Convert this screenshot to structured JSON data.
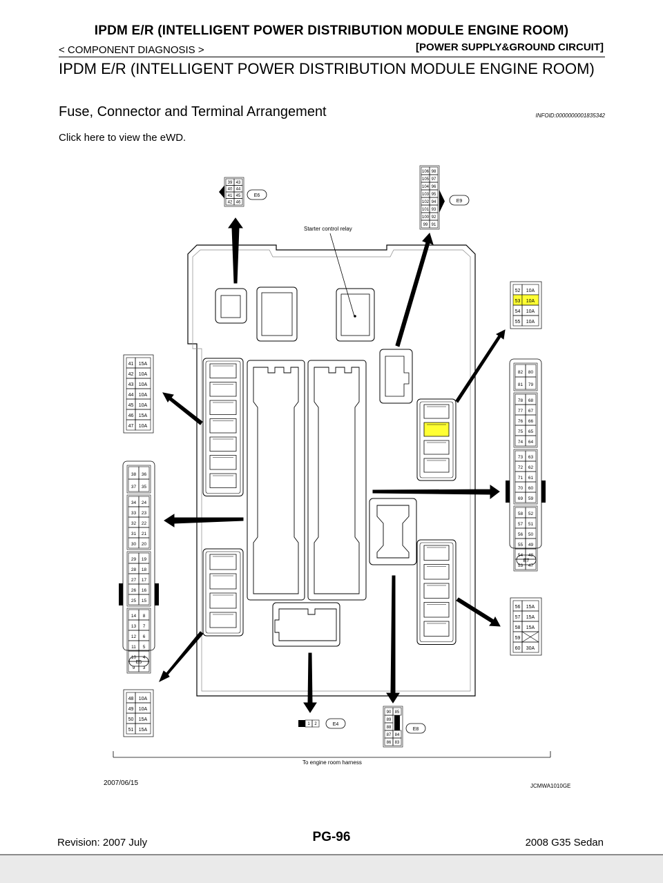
{
  "header": {
    "title": "IPDM E/R (INTELLIGENT POWER DISTRIBUTION MODULE ENGINE ROOM)",
    "breadcrumb": "< COMPONENT DIAGNOSIS >",
    "section": "[POWER SUPPLY&GROUND CIRCUIT]"
  },
  "section_title": "IPDM E/R (INTELLIGENT POWER DISTRIBUTION MODULE ENGINE ROOM)",
  "subsection_title": "Fuse, Connector and Terminal Arrangement",
  "info_id": "INFOID:0000000001835342",
  "ewd_link": "Click here to view the eWD.",
  "diagram": {
    "starter_relay_label": "Starter control relay",
    "harness_label": "To engine room harness",
    "date": "2007/06/15",
    "figure_code": "JCMWA1010GE",
    "highlight_color": "#ffff33",
    "connectors": {
      "e6": {
        "label": "E6",
        "left": [
          "39",
          "40",
          "41",
          "42"
        ],
        "right": [
          "43",
          "44",
          "45",
          "46"
        ]
      },
      "e9": {
        "label": "E9",
        "left": [
          "106",
          "105",
          "104",
          "103",
          "102",
          "101",
          "100",
          "99"
        ],
        "right": [
          "98",
          "97",
          "96",
          "95",
          "94",
          "93",
          "92",
          "91"
        ]
      },
      "e7": {
        "label": "E7",
        "top": [
          [
            "82",
            "80"
          ],
          [
            "81",
            "79"
          ]
        ],
        "g1": [
          [
            "78",
            "68"
          ],
          [
            "77",
            "67"
          ],
          [
            "76",
            "66"
          ],
          [
            "75",
            "65"
          ],
          [
            "74",
            "64"
          ]
        ],
        "g2": [
          [
            "73",
            "63"
          ],
          [
            "72",
            "62"
          ],
          [
            "71",
            "61"
          ],
          [
            "70",
            "60"
          ],
          [
            "69",
            "59"
          ]
        ],
        "g3": [
          [
            "58",
            "52"
          ],
          [
            "57",
            "51"
          ],
          [
            "56",
            "50"
          ],
          [
            "55",
            "49"
          ],
          [
            "54",
            "48"
          ],
          [
            "53",
            "47"
          ]
        ]
      },
      "e5": {
        "label": "E5",
        "top": [
          [
            "38",
            "36"
          ],
          [
            "37",
            "35"
          ]
        ],
        "g1": [
          [
            "34",
            "24"
          ],
          [
            "33",
            "23"
          ],
          [
            "32",
            "22"
          ],
          [
            "31",
            "21"
          ],
          [
            "30",
            "20"
          ]
        ],
        "g2": [
          [
            "29",
            "19"
          ],
          [
            "28",
            "18"
          ],
          [
            "27",
            "17"
          ],
          [
            "26",
            "16"
          ],
          [
            "25",
            "15"
          ]
        ],
        "g3": [
          [
            "14",
            "8"
          ],
          [
            "13",
            "7"
          ],
          [
            "12",
            "6"
          ],
          [
            "11",
            "5"
          ],
          [
            "10",
            "4"
          ],
          [
            "9",
            "3"
          ]
        ]
      },
      "e4": {
        "label": "E4",
        "pins": [
          "1",
          "2"
        ]
      },
      "e8": {
        "label": "E8",
        "left": [
          "90",
          "89",
          "88",
          "87",
          "86"
        ],
        "right": [
          "85",
          "",
          "",
          "84",
          "83"
        ]
      }
    },
    "fuse_tables": {
      "left_top": [
        [
          "41",
          "15A"
        ],
        [
          "42",
          "10A"
        ],
        [
          "43",
          "10A"
        ],
        [
          "44",
          "10A"
        ],
        [
          "45",
          "10A"
        ],
        [
          "46",
          "15A"
        ],
        [
          "47",
          "10A"
        ]
      ],
      "left_bottom": [
        [
          "48",
          "10A"
        ],
        [
          "49",
          "10A"
        ],
        [
          "50",
          "15A"
        ],
        [
          "51",
          "15A"
        ]
      ],
      "right_top": [
        [
          "52",
          "10A"
        ],
        [
          "53",
          "10A"
        ],
        [
          "54",
          "10A"
        ],
        [
          "55",
          "10A"
        ]
      ],
      "right_bottom": [
        [
          "56",
          "15A"
        ],
        [
          "57",
          "15A"
        ],
        [
          "58",
          "15A"
        ],
        [
          "59",
          ""
        ],
        [
          "60",
          "30A"
        ]
      ]
    }
  },
  "footer": {
    "revision": "Revision: 2007 July",
    "page": "PG-96",
    "model": "2008 G35 Sedan"
  }
}
